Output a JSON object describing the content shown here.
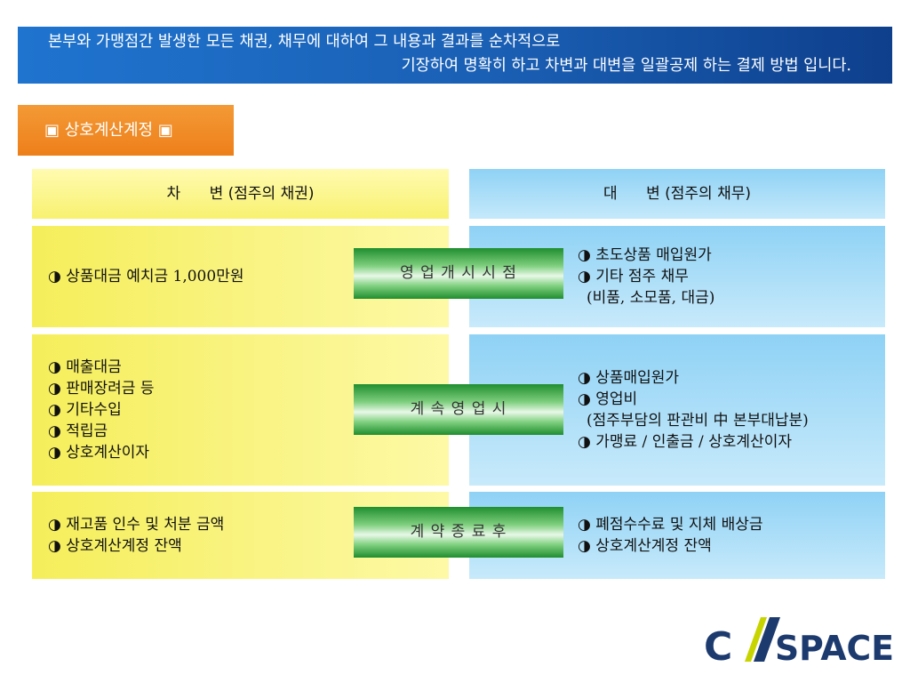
{
  "banner": {
    "line1": "본부와 가맹점간 발생한 모든 채권, 채무에 대하여 그 내용과 결과를 순차적으로",
    "line2": "기장하여 명확히 하고 차변과 대변을 일괄공제 하는 결제 방법 입니다."
  },
  "section_title": "▣ 상호계산계정 ▣",
  "columns": {
    "left_header": "차      변 (점주의 채권)",
    "right_header": "대      변 (점주의 채무)"
  },
  "rows": [
    {
      "stage": "영 업 개 시 시 점",
      "debit": [
        "◑ 상품대금 예치금 1,000만원"
      ],
      "credit": [
        "◑ 초도상품 매입원가",
        "◑ 기타 점주 채무",
        "(비품, 소모품, 대금)"
      ]
    },
    {
      "stage": "계 속 영 업 시",
      "debit": [
        "◑ 매출대금",
        "◑ 판매장려금 등",
        "◑ 기타수입",
        "◑ 적립금",
        "◑ 상호계산이자"
      ],
      "credit": [
        "◑ 상품매입원가",
        "◑ 영업비",
        "(점주부담의 판관비 中 본부대납분)",
        "◑ 가맹료 / 인출금 / 상호계산이자"
      ]
    },
    {
      "stage": "계 약 종 료 후",
      "debit": [
        "◑ 재고품 인수 및 처분 금액",
        "◑ 상호계산계정 잔액"
      ],
      "credit": [
        "◑ 폐점수수료 및 지체 배상금",
        "◑ 상호계산계정 잔액"
      ]
    }
  ],
  "logo": {
    "left": "C",
    "right": "SPACE"
  },
  "colors": {
    "banner": "#1a5fb4",
    "section_tab": "#ee7f1a",
    "debit": "#f8f170",
    "credit": "#8fd2f5",
    "stage": "#1f8e2f",
    "logo_dark": "#1c3a6e",
    "logo_accent": "#c8d400"
  }
}
